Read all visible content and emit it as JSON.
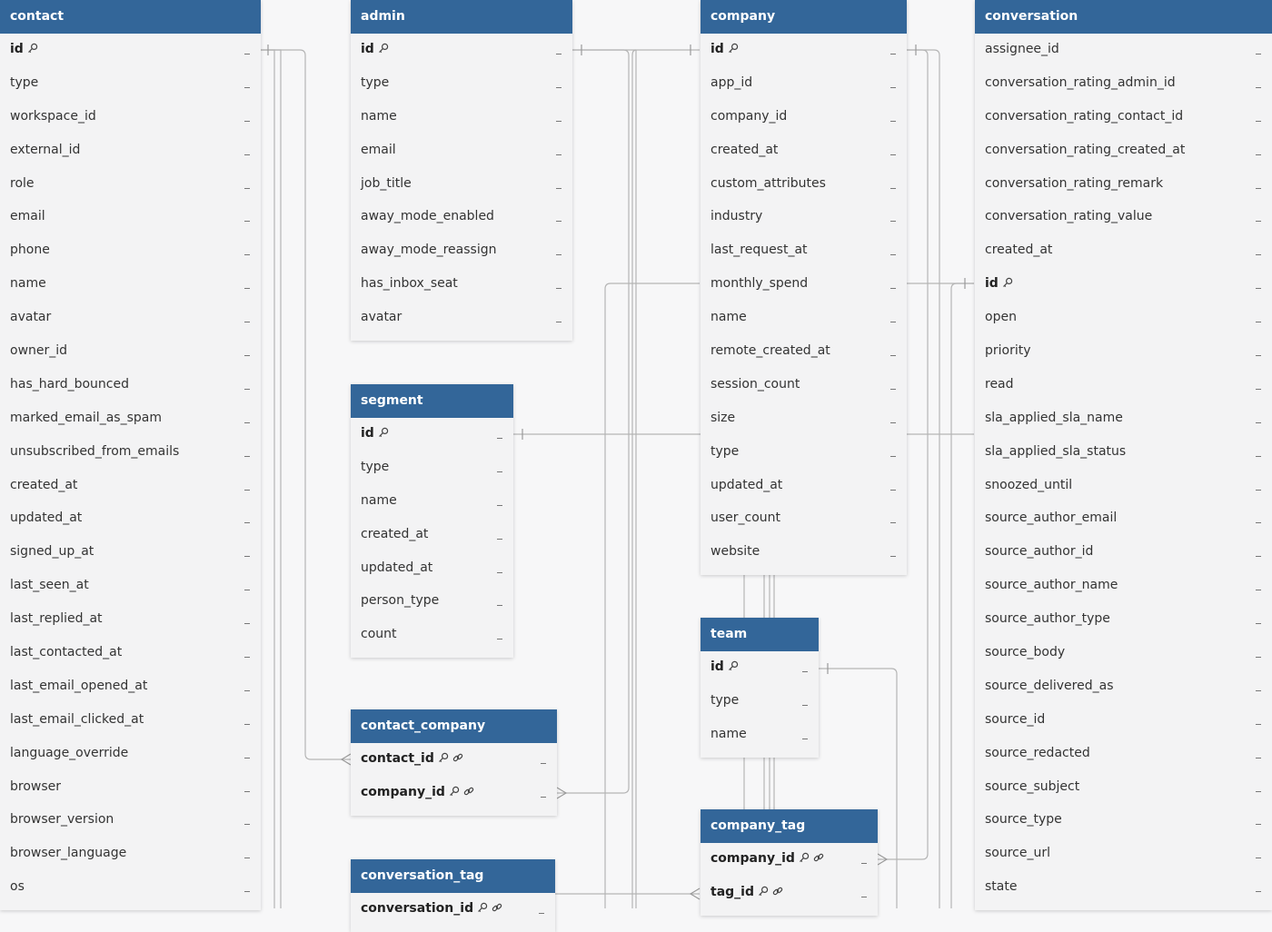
{
  "colors": {
    "header": "#336699",
    "body": "#f3f3f4",
    "line": "#b5b5b5",
    "text": "#333333"
  },
  "tables": [
    {
      "name": "contact",
      "columns": [
        {
          "label": "id",
          "pk": true
        },
        {
          "label": "type"
        },
        {
          "label": "workspace_id"
        },
        {
          "label": "external_id"
        },
        {
          "label": "role"
        },
        {
          "label": "email"
        },
        {
          "label": "phone"
        },
        {
          "label": "name"
        },
        {
          "label": "avatar"
        },
        {
          "label": "owner_id"
        },
        {
          "label": "has_hard_bounced"
        },
        {
          "label": "marked_email_as_spam"
        },
        {
          "label": "unsubscribed_from_emails"
        },
        {
          "label": "created_at"
        },
        {
          "label": "updated_at"
        },
        {
          "label": "signed_up_at"
        },
        {
          "label": "last_seen_at"
        },
        {
          "label": "last_replied_at"
        },
        {
          "label": "last_contacted_at"
        },
        {
          "label": "last_email_opened_at"
        },
        {
          "label": "last_email_clicked_at"
        },
        {
          "label": "language_override"
        },
        {
          "label": "browser"
        },
        {
          "label": "browser_version"
        },
        {
          "label": "browser_language"
        },
        {
          "label": "os"
        }
      ]
    },
    {
      "name": "admin",
      "columns": [
        {
          "label": "id",
          "pk": true
        },
        {
          "label": "type"
        },
        {
          "label": "name"
        },
        {
          "label": "email"
        },
        {
          "label": "job_title"
        },
        {
          "label": "away_mode_enabled"
        },
        {
          "label": "away_mode_reassign"
        },
        {
          "label": "has_inbox_seat"
        },
        {
          "label": "avatar"
        }
      ]
    },
    {
      "name": "company",
      "columns": [
        {
          "label": "id",
          "pk": true
        },
        {
          "label": "app_id"
        },
        {
          "label": "company_id"
        },
        {
          "label": "created_at"
        },
        {
          "label": "custom_attributes"
        },
        {
          "label": "industry"
        },
        {
          "label": "last_request_at"
        },
        {
          "label": "monthly_spend"
        },
        {
          "label": "name"
        },
        {
          "label": "remote_created_at"
        },
        {
          "label": "session_count"
        },
        {
          "label": "size"
        },
        {
          "label": "type"
        },
        {
          "label": "updated_at"
        },
        {
          "label": "user_count"
        },
        {
          "label": "website"
        }
      ]
    },
    {
      "name": "conversation",
      "columns": [
        {
          "label": "assignee_id"
        },
        {
          "label": "conversation_rating_admin_id"
        },
        {
          "label": "conversation_rating_contact_id"
        },
        {
          "label": "conversation_rating_created_at"
        },
        {
          "label": "conversation_rating_remark"
        },
        {
          "label": "conversation_rating_value"
        },
        {
          "label": "created_at"
        },
        {
          "label": "id",
          "pk": true
        },
        {
          "label": "open"
        },
        {
          "label": "priority"
        },
        {
          "label": "read"
        },
        {
          "label": "sla_applied_sla_name"
        },
        {
          "label": "sla_applied_sla_status"
        },
        {
          "label": "snoozed_until"
        },
        {
          "label": "source_author_email"
        },
        {
          "label": "source_author_id"
        },
        {
          "label": "source_author_name"
        },
        {
          "label": "source_author_type"
        },
        {
          "label": "source_body"
        },
        {
          "label": "source_delivered_as"
        },
        {
          "label": "source_id"
        },
        {
          "label": "source_redacted"
        },
        {
          "label": "source_subject"
        },
        {
          "label": "source_type"
        },
        {
          "label": "source_url"
        },
        {
          "label": "state"
        }
      ]
    },
    {
      "name": "segment",
      "columns": [
        {
          "label": "id",
          "pk": true
        },
        {
          "label": "type"
        },
        {
          "label": "name"
        },
        {
          "label": "created_at"
        },
        {
          "label": "updated_at"
        },
        {
          "label": "person_type"
        },
        {
          "label": "count"
        }
      ]
    },
    {
      "name": "contact_company",
      "columns": [
        {
          "label": "contact_id",
          "pk": true,
          "fk": true
        },
        {
          "label": "company_id",
          "pk": true,
          "fk": true
        }
      ]
    },
    {
      "name": "team",
      "columns": [
        {
          "label": "id",
          "pk": true
        },
        {
          "label": "type"
        },
        {
          "label": "name"
        }
      ]
    },
    {
      "name": "company_tag",
      "columns": [
        {
          "label": "company_id",
          "pk": true,
          "fk": true
        },
        {
          "label": "tag_id",
          "pk": true,
          "fk": true
        }
      ]
    },
    {
      "name": "conversation_tag",
      "columns": [
        {
          "label": "conversation_id",
          "pk": true,
          "fk": true
        }
      ]
    }
  ]
}
